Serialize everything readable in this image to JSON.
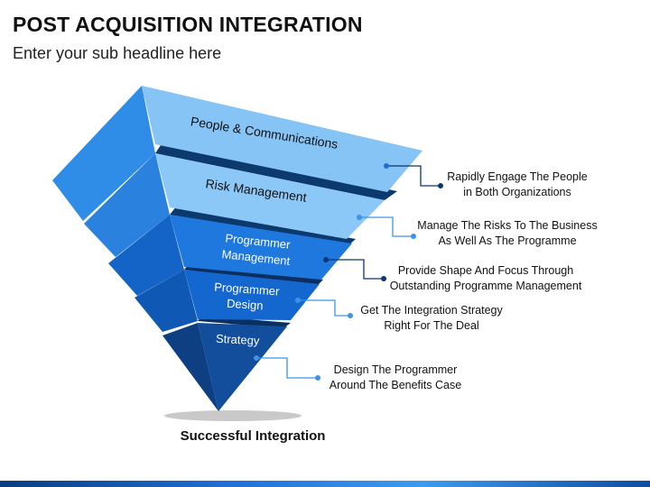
{
  "header": {
    "title": "POST ACQUISITION INTEGRATION",
    "subtitle": "Enter your sub headline here"
  },
  "layers": [
    {
      "label": "People & Communications"
    },
    {
      "label": "Risk Management"
    },
    {
      "label_line1": "Programmer",
      "label_line2": "Management"
    },
    {
      "label_line1": "Programmer",
      "label_line2": "Design"
    },
    {
      "label": "Strategy"
    }
  ],
  "callouts": [
    {
      "line1": "Rapidly Engage The People",
      "line2": "in Both Organizations"
    },
    {
      "line1": "Manage The Risks To The Business",
      "line2": "As Well As The Programme"
    },
    {
      "line1": "Provide Shape And Focus Through",
      "line2": "Outstanding Programme Management"
    },
    {
      "line1": "Get The Integration Strategy",
      "line2": "Right For The Deal"
    },
    {
      "line1": "Design The Programmer",
      "line2": "Around The Benefits Case"
    }
  ],
  "footer": {
    "label": "Successful Integration"
  },
  "colors": {
    "layer1_front": "#86c4f6",
    "layer1_side": "#2f8de8",
    "layer2_front": "#8cc8f7",
    "layer2_side": "#2a82de",
    "layer3_front": "#1f78dd",
    "layer3_side": "#1464c8",
    "layer4_front": "#1467cf",
    "layer4_side": "#0f58b4",
    "layer5_front": "#124e9c",
    "layer5_side": "#0d3f82",
    "connector_light": "#3d93e6",
    "connector_dark": "#0d3570"
  }
}
